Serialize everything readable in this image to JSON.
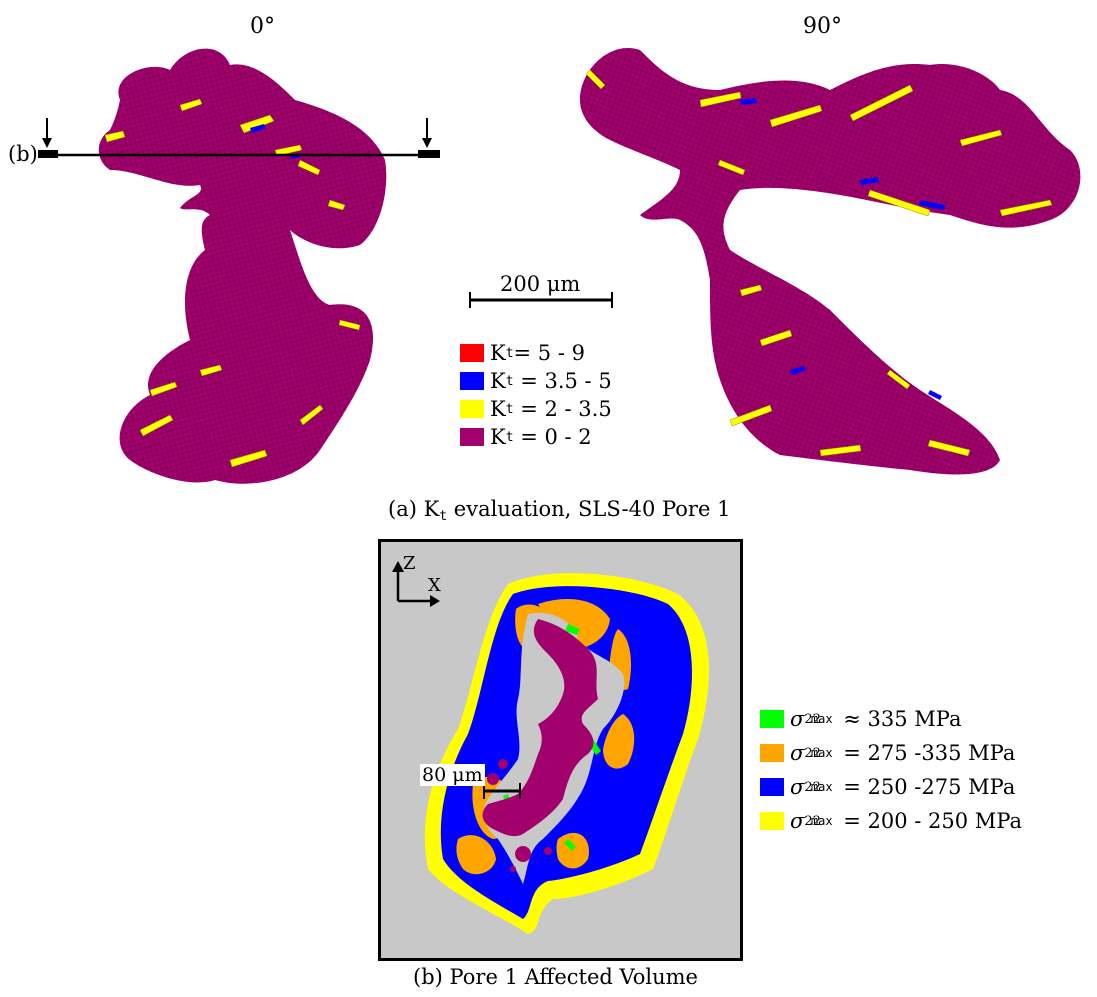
{
  "panel_a": {
    "label_0deg": "0°",
    "label_90deg": "90°",
    "section_marker": "(b)",
    "scale_bar_label": "200 μm",
    "legend": [
      {
        "label": "K",
        "sub": "t",
        "value": "= 5 - 9",
        "color": "#ff0000"
      },
      {
        "label": "K",
        "sub": "t",
        "value": " = 3.5 - 5",
        "color": "#0000ff"
      },
      {
        "label": "K",
        "sub": "t",
        "value": " = 2 - 3.5",
        "color": "#ffff00"
      },
      {
        "label": "K",
        "sub": "t",
        "value": " = 0 - 2",
        "color": "#a2006c"
      }
    ],
    "caption_prefix": "(a) K",
    "caption_sub": "t",
    "caption_suffix": " evaluation, SLS-40 Pore 1"
  },
  "panel_b": {
    "axis_z": "Z",
    "axis_x": "X",
    "scale_bar_label": "80 μm",
    "legend": [
      {
        "sigma": "σ",
        "sup": "max",
        "sub": "22",
        "value": " ≈ 335 MPa",
        "color": "#00ff00"
      },
      {
        "sigma": "σ",
        "sup": "max",
        "sub": "22",
        "value": " = 275 -335 MPa",
        "color": "#ffa500"
      },
      {
        "sigma": "σ",
        "sup": "max",
        "sub": "22",
        "value": " = 250 -275 MPa",
        "color": "#0000ff"
      },
      {
        "sigma": "σ",
        "sup": "max",
        "sub": "22",
        "value": " = 200 - 250 MPa",
        "color": "#ffff00"
      }
    ],
    "caption": "(b) Pore 1 Affected Volume",
    "background_color": "#c8c8c8"
  },
  "colors": {
    "pore_surface": "#a2006c",
    "high_kt": "#ffff00",
    "mid_kt": "#0000ff"
  }
}
